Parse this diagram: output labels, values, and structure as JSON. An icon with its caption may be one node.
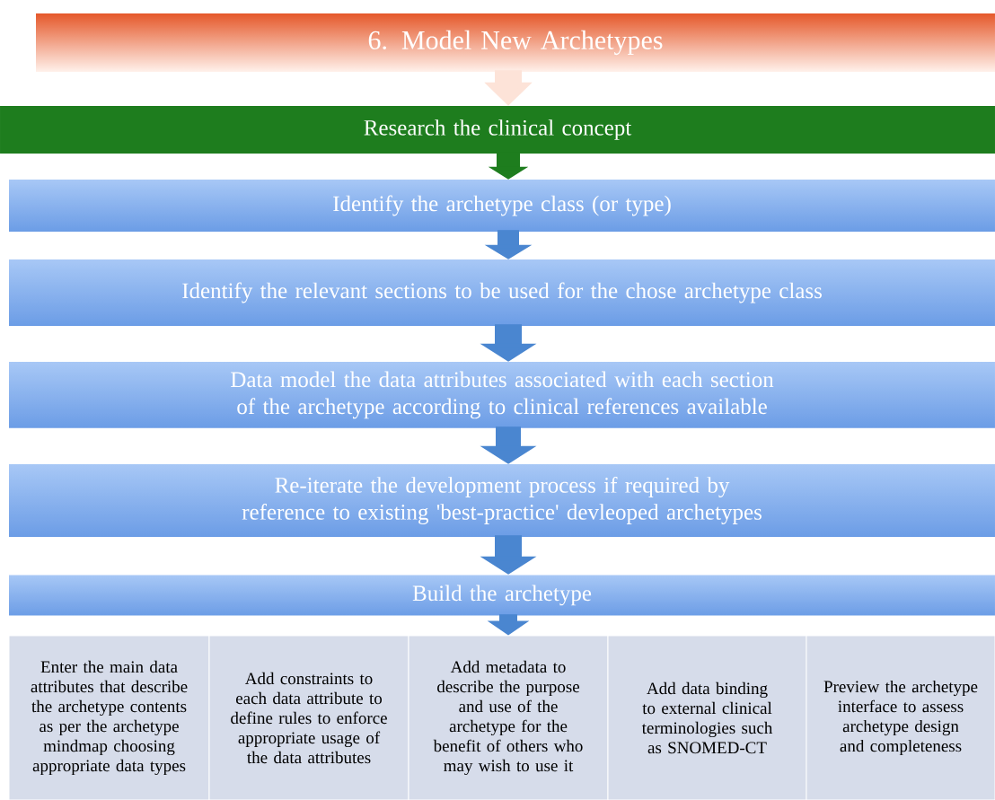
{
  "diagram": {
    "nodes": [
      {
        "text": [
          "6. Model New Archetypes"
        ]
      },
      {
        "text": [
          "Research the clinical concept"
        ]
      },
      {
        "text": [
          "Identify the archetype class (or type)"
        ]
      },
      {
        "text": [
          "Identify the relevant sections to be used for the chose archetype class"
        ]
      },
      {
        "text": [
          "Data model the data attributes associated with each section of the archetype according to clinical references available"
        ]
      },
      {
        "text": [
          "Re-iterate the development process if required by reference to existing 'best-practice' devleoped archetypes"
        ]
      },
      {
        "text": [
          "Build the archetype"
        ]
      },
      {
        "text": [
          "Enter the main data attributes that describe the archetype contents as per the archetype mindmap choosing appropriate data types"
        ]
      },
      {
        "text": [
          "Add constraints to each data attribute to define rules to enforce appropriate usage of the data attributes"
        ]
      },
      {
        "text": [
          "Add metadata to describe the purpose and use of the archetype for the benefit of others who may wish to use it"
        ]
      },
      {
        "text": [
          "Add data binding to external clinical terminologies such as SNOMED-CT"
        ]
      },
      {
        "text": [
          "Preview the archetype interface to assess archetype design and completeness"
        ]
      }
    ],
    "edges": [
      {
        "from": 0,
        "to": 1,
        "arrow": "to",
        "color": "#fde3d8"
      },
      {
        "from": 1,
        "to": 2,
        "arrow": "to",
        "color": "#1e7d1e"
      },
      {
        "from": 2,
        "to": 3,
        "arrow": "to"
      },
      {
        "from": 3,
        "to": 4,
        "arrow": "to"
      },
      {
        "from": 4,
        "to": 5,
        "arrow": "to"
      },
      {
        "from": 5,
        "to": 6,
        "arrow": "to"
      },
      {
        "from": 6,
        "to": 9,
        "arrow": "to"
      }
    ]
  }
}
